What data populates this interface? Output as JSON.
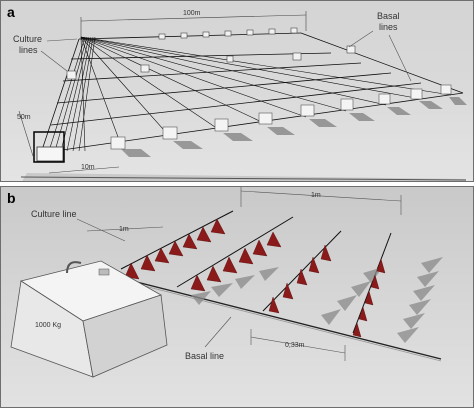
{
  "panel_a": {
    "letter": "a",
    "culture_lines_line1": "Culture",
    "culture_lines_line2": "lines",
    "basal_lines_line1": "Basal",
    "basal_lines_line2": "lines",
    "dim_length": "100m",
    "dim_width": "50m",
    "dim_spacing": "10m"
  },
  "panel_b": {
    "letter": "b",
    "culture_line": "Culture line",
    "basal_line": "Basal line",
    "dim_1m_top": "1m",
    "dim_1m_left": "1m",
    "dim_spacing": "0,33m",
    "weight": "1000 Kg"
  },
  "colors": {
    "seaweed": "#8b1a1a",
    "block_top": "#f4f4f4",
    "block_side": "#c8c8c8",
    "line": "#111111"
  }
}
